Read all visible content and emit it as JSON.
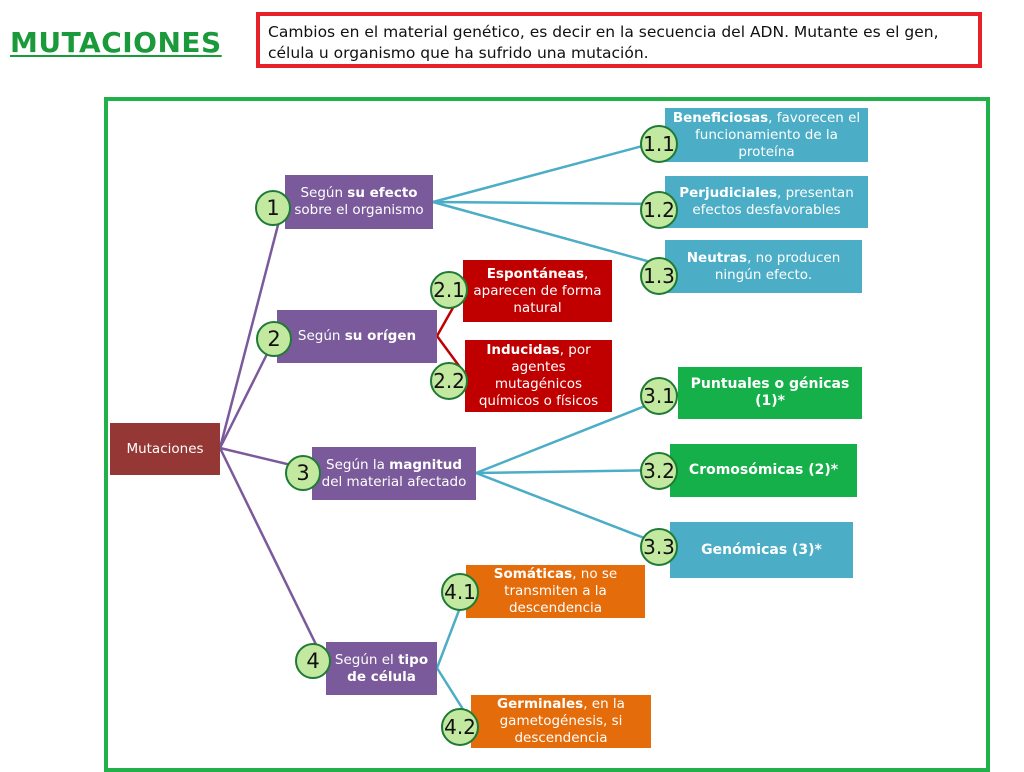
{
  "title": "MUTACIONES",
  "definition": "Cambios en el material genético, es decir en la secuencia del ADN. Mutante es el gen, célula u organismo que ha sufrido una mutación.",
  "root": "Mutaciones",
  "branches": [
    {
      "id": "1",
      "pre": "Según ",
      "bold": "su efecto",
      "post": " sobre el organismo"
    },
    {
      "id": "2",
      "pre": "Según ",
      "bold": "su orígen",
      "post": ""
    },
    {
      "id": "3",
      "pre": "Según la ",
      "bold": "magnitud",
      "post": " del material afectado"
    },
    {
      "id": "4",
      "pre": "Según el ",
      "bold": "tipo de célula",
      "post": ""
    }
  ],
  "leaves": [
    {
      "id": "1.1",
      "bold": "Beneficiosas",
      "post": ", favorecen el funcionamiento de la proteína"
    },
    {
      "id": "1.2",
      "bold": "Perjudiciales",
      "post": ", presentan efectos desfavorables"
    },
    {
      "id": "1.3",
      "bold": "Neutras",
      "post": ", no producen ningún efecto."
    },
    {
      "id": "2.1",
      "bold": "Espontáneas",
      "post": ", aparecen de forma natural"
    },
    {
      "id": "2.2",
      "bold": "Inducidas",
      "post": ", por agentes mutagénicos químicos o físicos"
    },
    {
      "id": "3.1",
      "bold": "Puntuales o génicas (1)*",
      "post": ""
    },
    {
      "id": "3.2",
      "bold": "Cromosómicas  (2)*",
      "post": ""
    },
    {
      "id": "3.3",
      "bold": "Genómicas (3)*",
      "post": ""
    },
    {
      "id": "4.1",
      "bold": "Somáticas",
      "post": ", no se transmiten a la descendencia"
    },
    {
      "id": "4.2",
      "bold": "Germinales",
      "post": ", en  la gametogénesis, si descendencia"
    }
  ],
  "colors": {
    "title": "#1a9a3a",
    "definition_border": "#e8202a",
    "frame": "#22b04b",
    "root": "#953735",
    "level1": "#7a5a9a",
    "effect_leaves": "#4badc6",
    "origin_leaves": "#c00000",
    "magnitude_leaves": "#16b04a",
    "cell_leaves": "#e46c0a",
    "badge_fill": "#c3e8a0"
  }
}
